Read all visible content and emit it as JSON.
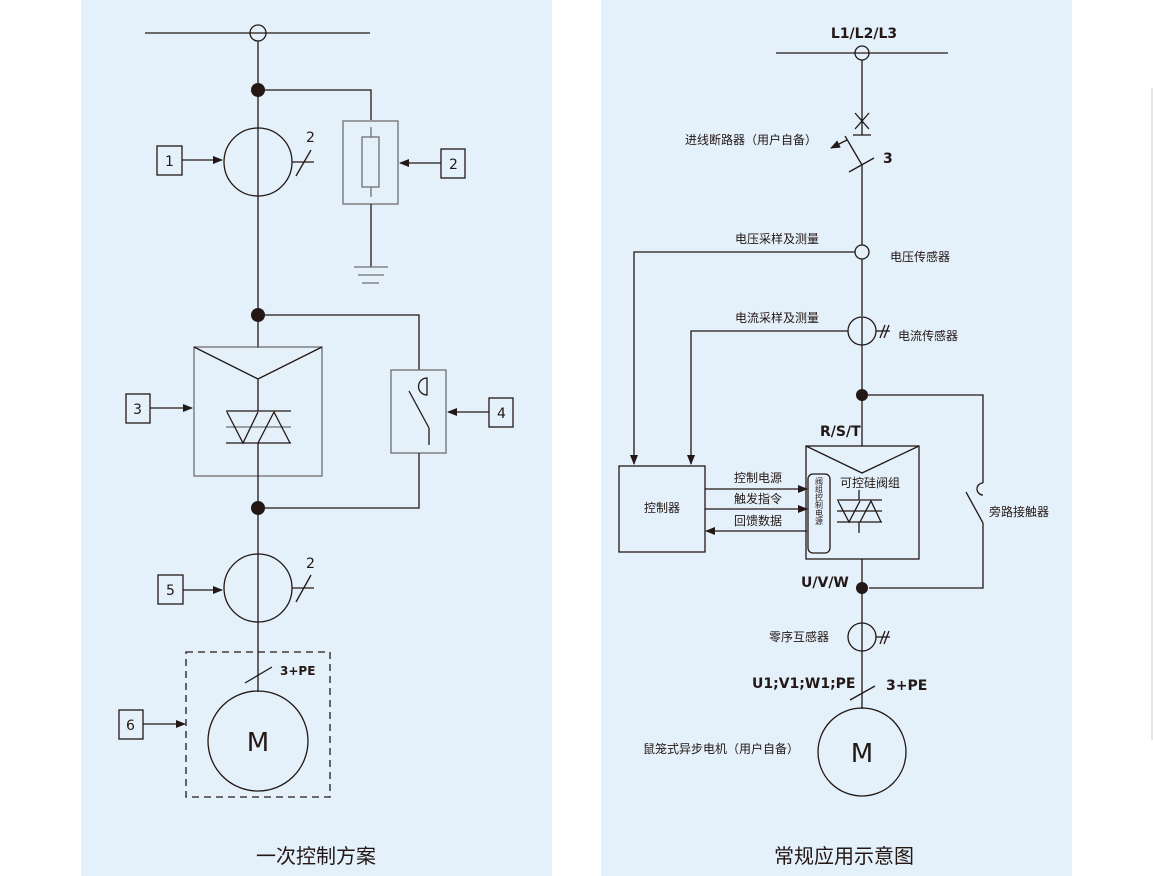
{
  "left_diagram": {
    "caption": "一次控制方案",
    "callouts": [
      "1",
      "2",
      "3",
      "4",
      "5",
      "6"
    ],
    "wire_count_marks": [
      "2",
      "2"
    ],
    "motor_conductors": "3+PE",
    "motor_symbol": "M"
  },
  "right_diagram": {
    "caption": "常规应用示意图",
    "supply_label": "L1/L2/L3",
    "breaker_label": "进线断路器（用户自备）",
    "breaker_poles": "3",
    "voltage_sampling": "电压采样及测量",
    "voltage_sensor": "电压传感器",
    "current_sampling": "电流采样及测量",
    "current_sensor": "电流传感器",
    "input_terminals": "R/S/T",
    "output_terminals": "U/V/W",
    "controller": "控制器",
    "signals": [
      "控制电源",
      "触发指令",
      "回馈数据"
    ],
    "valve_control_board": "阀组控制电源",
    "thyristor_group": "可控硅阀组",
    "bypass_contactor": "旁路接触器",
    "zero_sequence_ct": "零序互感器",
    "motor_terminals": "U1;V1;W1;PE",
    "motor_conductors": "3+PE",
    "motor_label": "鼠笼式异步电机（用户自备）",
    "motor_symbol": "M"
  }
}
